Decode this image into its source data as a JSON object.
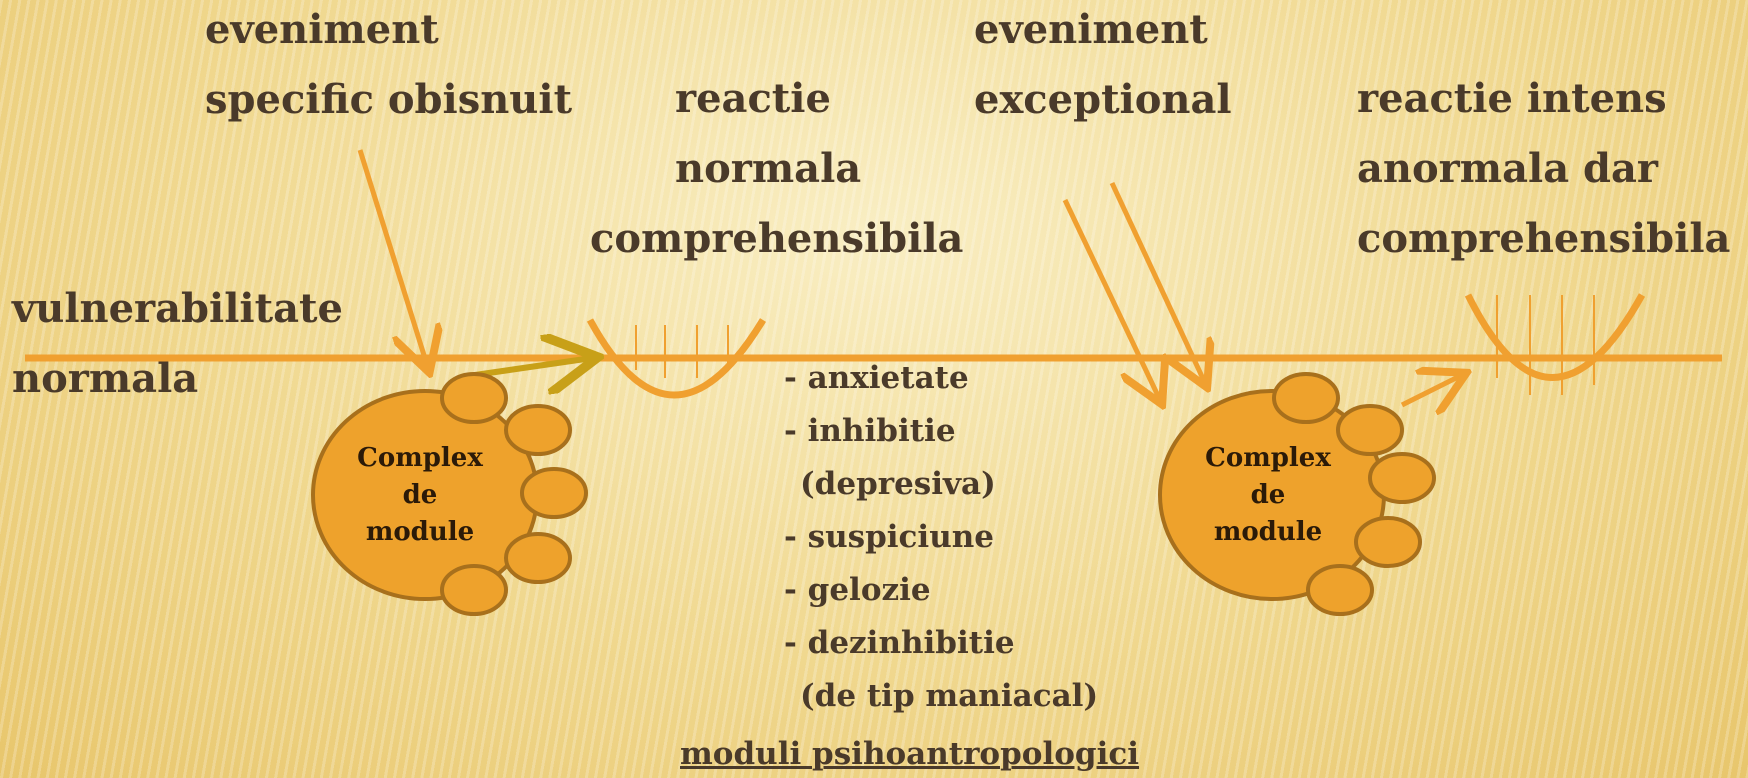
{
  "labels": {
    "event_normal": [
      "eveniment",
      "specific obisnuit"
    ],
    "reaction_normal": [
      "reactie",
      "normala",
      "comprehensibila"
    ],
    "event_exceptional": [
      "eveniment",
      "exceptional"
    ],
    "reaction_intense": [
      "reactie intens",
      "anormala dar",
      "comprehensibila"
    ],
    "vulnerability": [
      "vulnerabilitate",
      "normala"
    ]
  },
  "clusters": [
    {
      "lines": [
        "Complex",
        "de",
        "module"
      ]
    },
    {
      "lines": [
        "Complex",
        "de",
        "module"
      ]
    }
  ],
  "module_list": [
    "- anxietate",
    "- inhibitie",
    "(depresiva)",
    "- suspiciune",
    "- gelozie",
    "- dezinhibitie",
    "(de tip maniacal)"
  ],
  "footer": "moduli psihoantropologici",
  "colors": {
    "accent": "#f0a030",
    "blob_fill": "#eea22c",
    "blob_stroke": "#a8701c",
    "dark_arrow": "#c8a018",
    "text": "#4a3a2a"
  }
}
